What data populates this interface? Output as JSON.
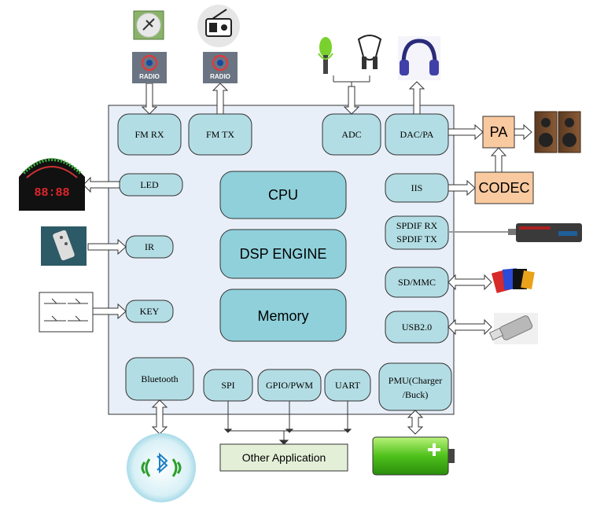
{
  "chip": {
    "blocks": {
      "fm_rx": "FM RX",
      "fm_tx": "FM TX",
      "adc": "ADC",
      "dac_pa": "DAC/PA",
      "led": "LED",
      "iis": "IIS",
      "spdif_rx": "SPDIF RX",
      "spdif_tx": "SPDIF TX",
      "ir": "IR",
      "sd_mmc": "SD/MMC",
      "key": "KEY",
      "usb": "USB2.0",
      "bluetooth": "Bluetooth",
      "spi": "SPI",
      "gpio_pwm": "GPIO/PWM",
      "uart": "UART",
      "pmu_line1": "PMU(Charger",
      "pmu_line2": "/Buck)"
    },
    "core": {
      "cpu": "CPU",
      "dsp": "DSP ENGINE",
      "memory": "Memory"
    }
  },
  "external": {
    "pa": "PA",
    "codec": "CODEC",
    "other_application": "Other Application",
    "radio_label_1": "RADIO",
    "radio_label_2": "RADIO",
    "led_display_digits": "88:88"
  },
  "colors": {
    "chip_bg": "#e9eff8",
    "block_fill": "#b3dde4",
    "core_fill": "#8fd0da",
    "pa_fill": "#f9c99f",
    "other_app_fill": "#e4efd8",
    "outline": "#333333"
  }
}
